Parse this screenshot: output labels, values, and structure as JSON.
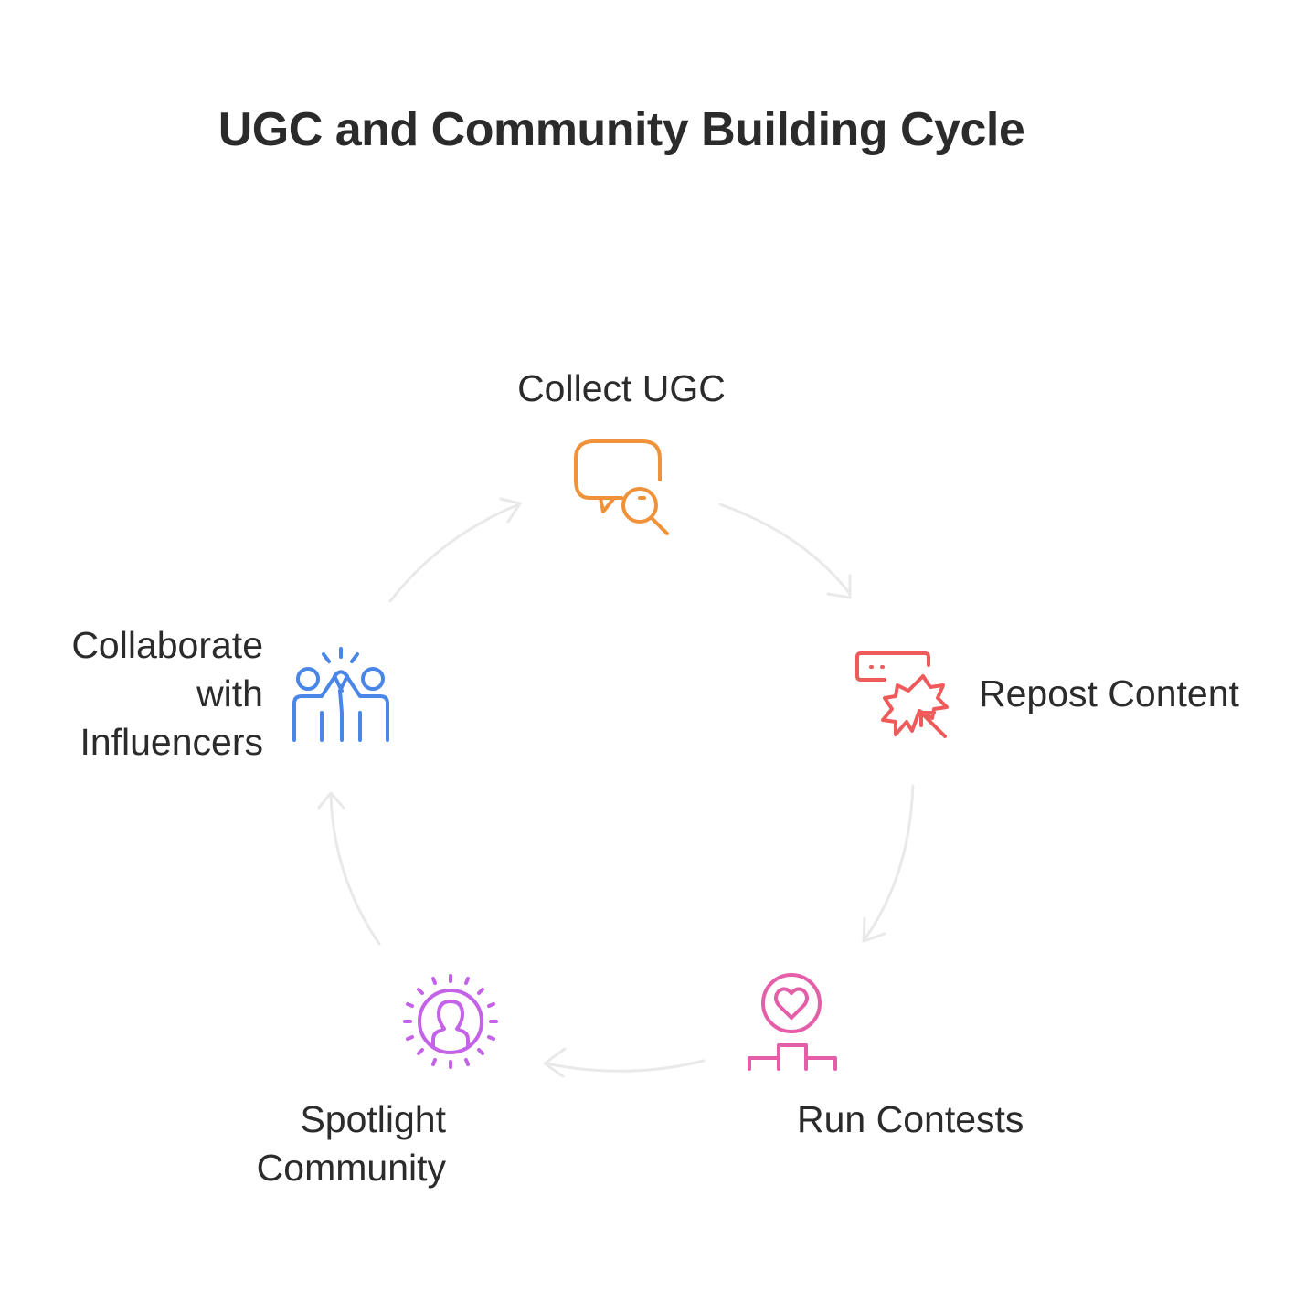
{
  "title": "UGC and Community Building Cycle",
  "steps": [
    {
      "id": "collect",
      "lines": [
        "Collect UGC"
      ],
      "icon": "chat-search-icon",
      "color": "#F0923A"
    },
    {
      "id": "repost",
      "lines": [
        "Repost Content"
      ],
      "icon": "share-burst-icon",
      "color": "#EF5B5B"
    },
    {
      "id": "contests",
      "lines": [
        "Run Contests"
      ],
      "icon": "heart-podium-icon",
      "color": "#E45FA8"
    },
    {
      "id": "spotlight",
      "lines": [
        "Spotlight",
        "Community"
      ],
      "icon": "spotlight-person-icon",
      "color": "#C462E8"
    },
    {
      "id": "collab",
      "lines": [
        "Collaborate",
        "with",
        "Influencers"
      ],
      "icon": "high-five-icon",
      "color": "#4A86E8"
    }
  ],
  "arrow_color": "#E9E9E9"
}
